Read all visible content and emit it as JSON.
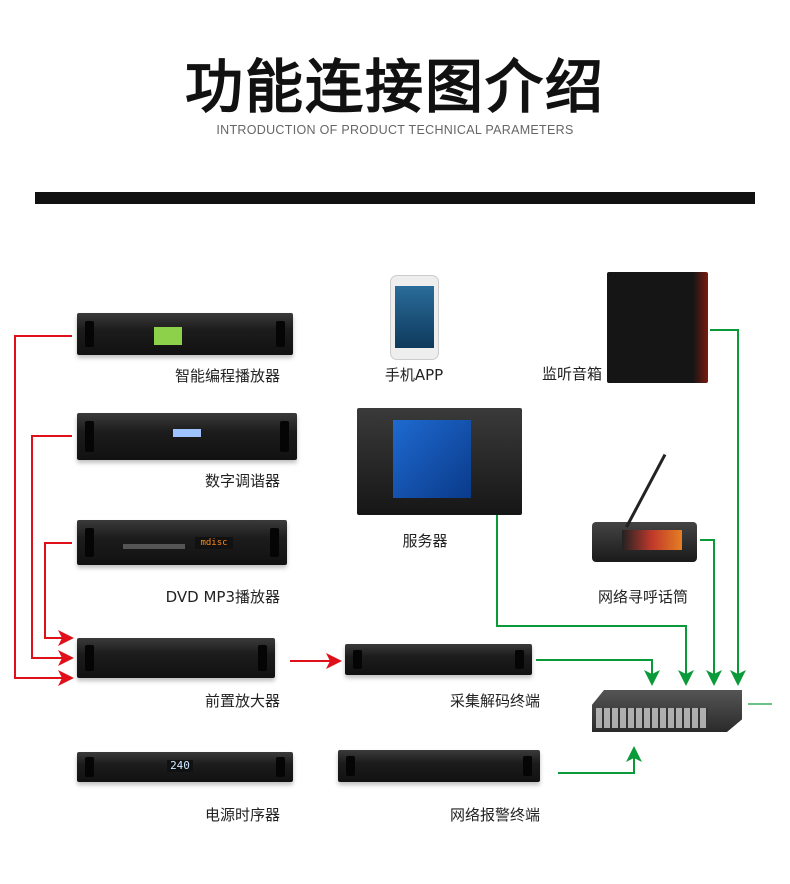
{
  "header": {
    "title": "功能连接图介绍",
    "subtitle": "INTRODUCTION OF PRODUCT TECHNICAL PARAMETERS"
  },
  "devices": {
    "player": "智能编程播放器",
    "tuner": "数字调谐器",
    "dvd": "DVD MP3播放器",
    "dvd_display": "mdisc",
    "preamp": "前置放大器",
    "sequencer": "电源时序器",
    "sequencer_display": "240",
    "app": "手机APP",
    "monitor_speaker": "监听音箱",
    "server": "服务器",
    "paging_mic": "网络寻呼话筒",
    "decoder": "采集解码终端",
    "alarm": "网络报警终端"
  },
  "colors": {
    "audio_link": "#e0101a",
    "network_link": "#0a9a3a"
  }
}
